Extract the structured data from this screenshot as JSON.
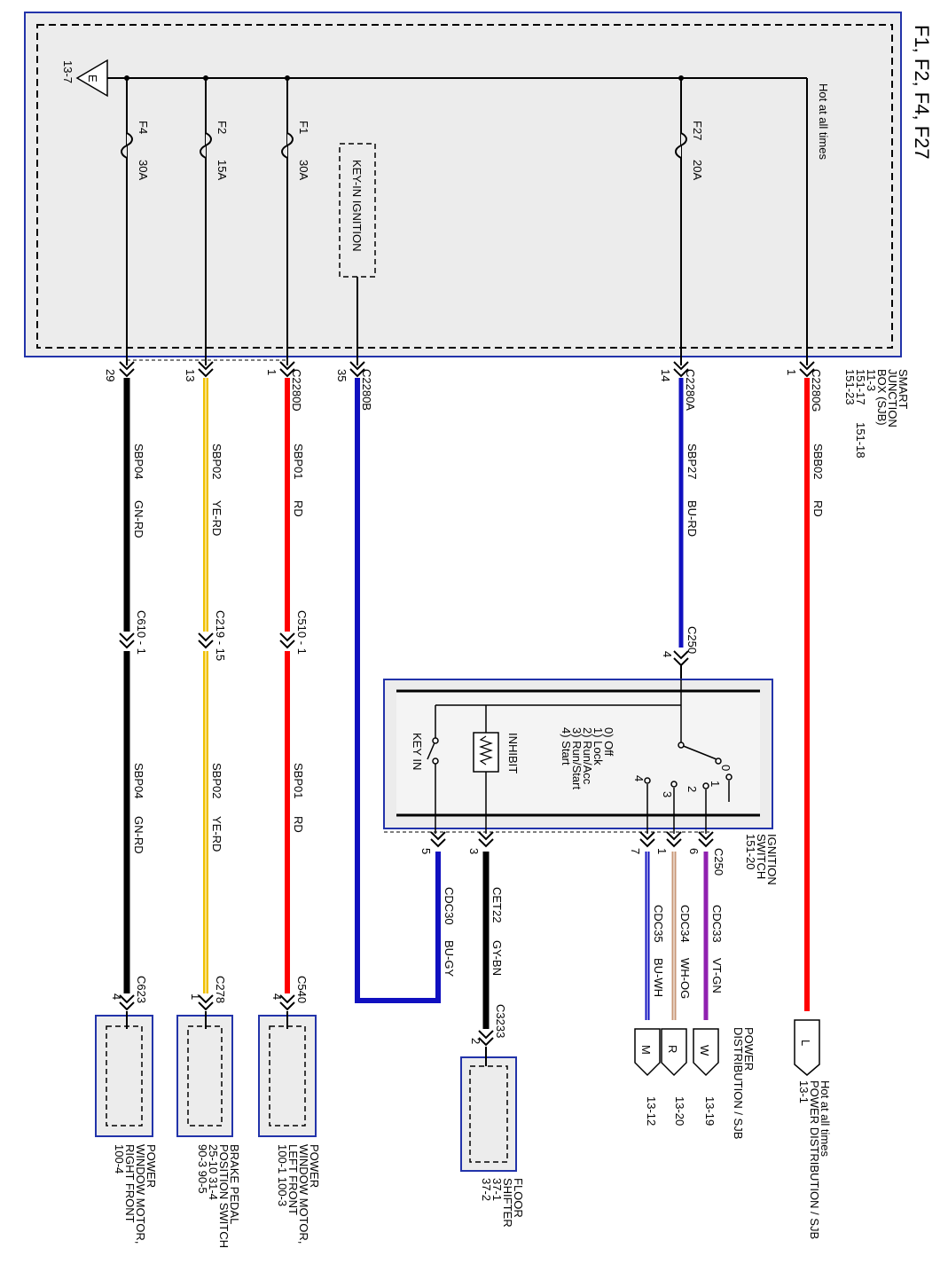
{
  "title": "F1, F2, F4, F27",
  "colors": {
    "box_border": "#2233aa",
    "box_fill": "#ececec",
    "red": "#ff0000",
    "blue": "#1010c0",
    "black": "#000000",
    "yellow": "#f0c000",
    "violet": "#9020b0",
    "white_orange": "#c89878"
  },
  "sjb": {
    "l1": "SMART",
    "l2": "JUNCTION",
    "l3": "BOX (SJB)",
    "l4": "11-3",
    "l5": "151-17",
    "l5b": "151-18",
    "l6": "151-23"
  },
  "hot_at_all_times": "Hot at all times",
  "ref_13_7": "13-7",
  "bus_e": "E",
  "key_in_ignition": "KEY-IN IGNITION",
  "fuses": [
    {
      "id": "F4",
      "amps": "30A"
    },
    {
      "id": "F2",
      "amps": "15A"
    },
    {
      "id": "F1",
      "amps": "30A"
    },
    {
      "id": "F27",
      "amps": "20A"
    }
  ],
  "connectors": {
    "c2280g": {
      "name": "C2280G",
      "pin": "1"
    },
    "c2280a": {
      "name": "C2280A",
      "pin": "14"
    },
    "c2280b": {
      "name": "C2280B",
      "pin": "35"
    },
    "c2280d": {
      "name": "C2280D",
      "pin": "1"
    },
    "pin13": "13",
    "pin29": "29"
  },
  "circuits": {
    "sbb02": {
      "id": "SBB02",
      "color": "RD"
    },
    "sbp27": {
      "id": "SBP27",
      "color": "BU-RD"
    },
    "sbp01": {
      "id": "SBP01",
      "color": "RD"
    },
    "sbp02": {
      "id": "SBP02",
      "color": "YE-RD"
    },
    "sbp04": {
      "id": "SBP04",
      "color": "GN-RD"
    },
    "cdc33": {
      "id": "CDC33",
      "color": "VT-GN"
    },
    "cdc34": {
      "id": "CDC34",
      "color": "WH-OG"
    },
    "cdc35": {
      "id": "CDC35",
      "color": "BU-WH"
    },
    "cdc30": {
      "id": "CDC30",
      "color": "BU-GY"
    },
    "cet22": {
      "id": "CET22",
      "color": "GY-BN"
    }
  },
  "inline": {
    "c250_top": {
      "name": "C250",
      "pin": "4"
    },
    "c510": "C510 - 1",
    "c219": "C219 - 15",
    "c610": "C610 - 1"
  },
  "ignition": {
    "l1": "IGNITION",
    "l2": "SWITCH",
    "l3": "151-20",
    "conn": "C250",
    "pins": [
      "6",
      "1",
      "7",
      "3",
      "5"
    ],
    "positions": [
      "0) Off",
      "1) Lock",
      "2) Run/Acc",
      "3) Run/Start",
      "4) Start"
    ],
    "contacts": [
      "0",
      "1",
      "2",
      "3",
      "4"
    ],
    "inhibit": "INHIBIT",
    "key_in": "KEY IN"
  },
  "far_conn": {
    "c540": {
      "name": "C540",
      "pin": "4"
    },
    "c278": {
      "name": "C278",
      "pin": "1"
    },
    "c623": {
      "name": "C623",
      "pin": "4"
    },
    "c3233": {
      "name": "C3233",
      "pin": "2"
    }
  },
  "pd": {
    "l1": "POWER",
    "l2": "DISTRIBUTION / SJB",
    "w": "W",
    "r": "R",
    "m": "M",
    "ref_w": "13-19",
    "ref_r": "13-20",
    "ref_m": "13-12"
  },
  "l_conn": {
    "letter": "L",
    "l1": "Hot at all times",
    "l2": "POWER DISTRIBUTION / SJB",
    "l3": "13-1"
  },
  "components": {
    "pwm_lf": {
      "l1": "POWER",
      "l2": "WINDOW MOTOR,",
      "l3": "LEFT FRONT",
      "l4": "100-1    100-3"
    },
    "bpp": {
      "l1": "BRAKE PEDAL",
      "l2": "POSITION SWITCH",
      "l3": "25-10    31-4",
      "l4": "90-3      90-5"
    },
    "pwm_rf": {
      "l1": "POWER",
      "l2": "WINDOW MOTOR,",
      "l3": "RIGHT FRONT",
      "l4": "100-4"
    },
    "shifter": {
      "l1": "FLOOR",
      "l2": "SHIFTER",
      "l3": "37-1",
      "l4": "37-2"
    }
  }
}
